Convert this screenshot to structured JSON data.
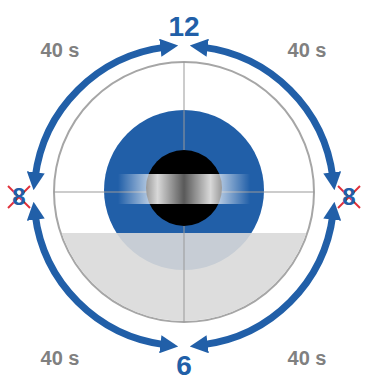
{
  "diagram": {
    "labels": [
      "40 s",
      "12",
      "40 s",
      "8",
      "8",
      "40 s",
      "6",
      "40 s"
    ]
  }
}
